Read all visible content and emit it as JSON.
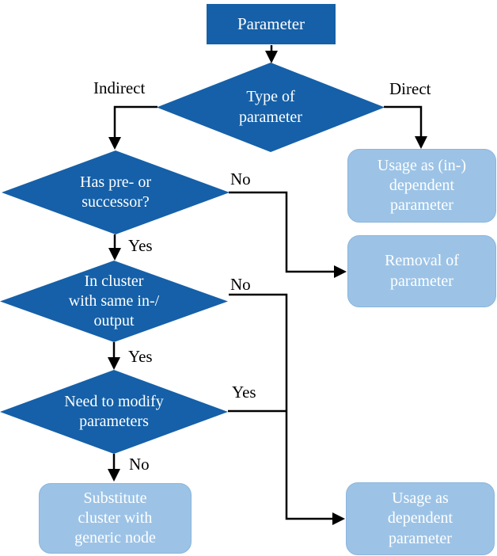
{
  "diagram_type": "flowchart",
  "colors": {
    "node_dark": "#1560A8",
    "node_light": "#9CC3E6",
    "node_light_border": "#8AB5DC",
    "text_on_node": "#FFFFFF",
    "connector": "#000000",
    "label_text": "#000000",
    "background": "#FFFFFF"
  },
  "nodes": {
    "parameter": {
      "type": "process",
      "label": "Parameter"
    },
    "type_of_parameter": {
      "type": "decision",
      "label": "Type of\nparameter"
    },
    "has_pre_or_successor": {
      "type": "decision",
      "label": "Has pre- or\nsuccessor?"
    },
    "in_cluster": {
      "type": "decision",
      "label": "In cluster\nwith same in-/\noutput"
    },
    "need_to_modify": {
      "type": "decision",
      "label": "Need to modify\nparameters"
    },
    "usage_in_dependent": {
      "type": "result",
      "label": "Usage as (in-)\ndependent\nparameter"
    },
    "removal": {
      "type": "result",
      "label": "Removal of\nparameter"
    },
    "substitute": {
      "type": "result",
      "label": "Substitute\ncluster with\ngeneric node"
    },
    "usage_dependent": {
      "type": "result",
      "label": "Usage as\ndependent\nparameter"
    }
  },
  "edges": [
    {
      "from": "parameter",
      "to": "type_of_parameter",
      "label": ""
    },
    {
      "from": "type_of_parameter",
      "to": "has_pre_or_successor",
      "label": "Indirect"
    },
    {
      "from": "type_of_parameter",
      "to": "usage_in_dependent",
      "label": "Direct"
    },
    {
      "from": "has_pre_or_successor",
      "to": "removal",
      "label": "No"
    },
    {
      "from": "has_pre_or_successor",
      "to": "in_cluster",
      "label": "Yes"
    },
    {
      "from": "in_cluster",
      "to": "usage_dependent",
      "label": "No"
    },
    {
      "from": "in_cluster",
      "to": "need_to_modify",
      "label": "Yes"
    },
    {
      "from": "need_to_modify",
      "to": "usage_dependent",
      "label": "Yes"
    },
    {
      "from": "need_to_modify",
      "to": "substitute",
      "label": "No"
    }
  ],
  "edge_labels": {
    "indirect": "Indirect",
    "direct": "Direct",
    "no_has_pre": "No",
    "yes_has_pre": "Yes",
    "no_in_cluster": "No",
    "yes_in_cluster": "Yes",
    "yes_need_modify": "Yes",
    "no_need_modify": "No"
  }
}
